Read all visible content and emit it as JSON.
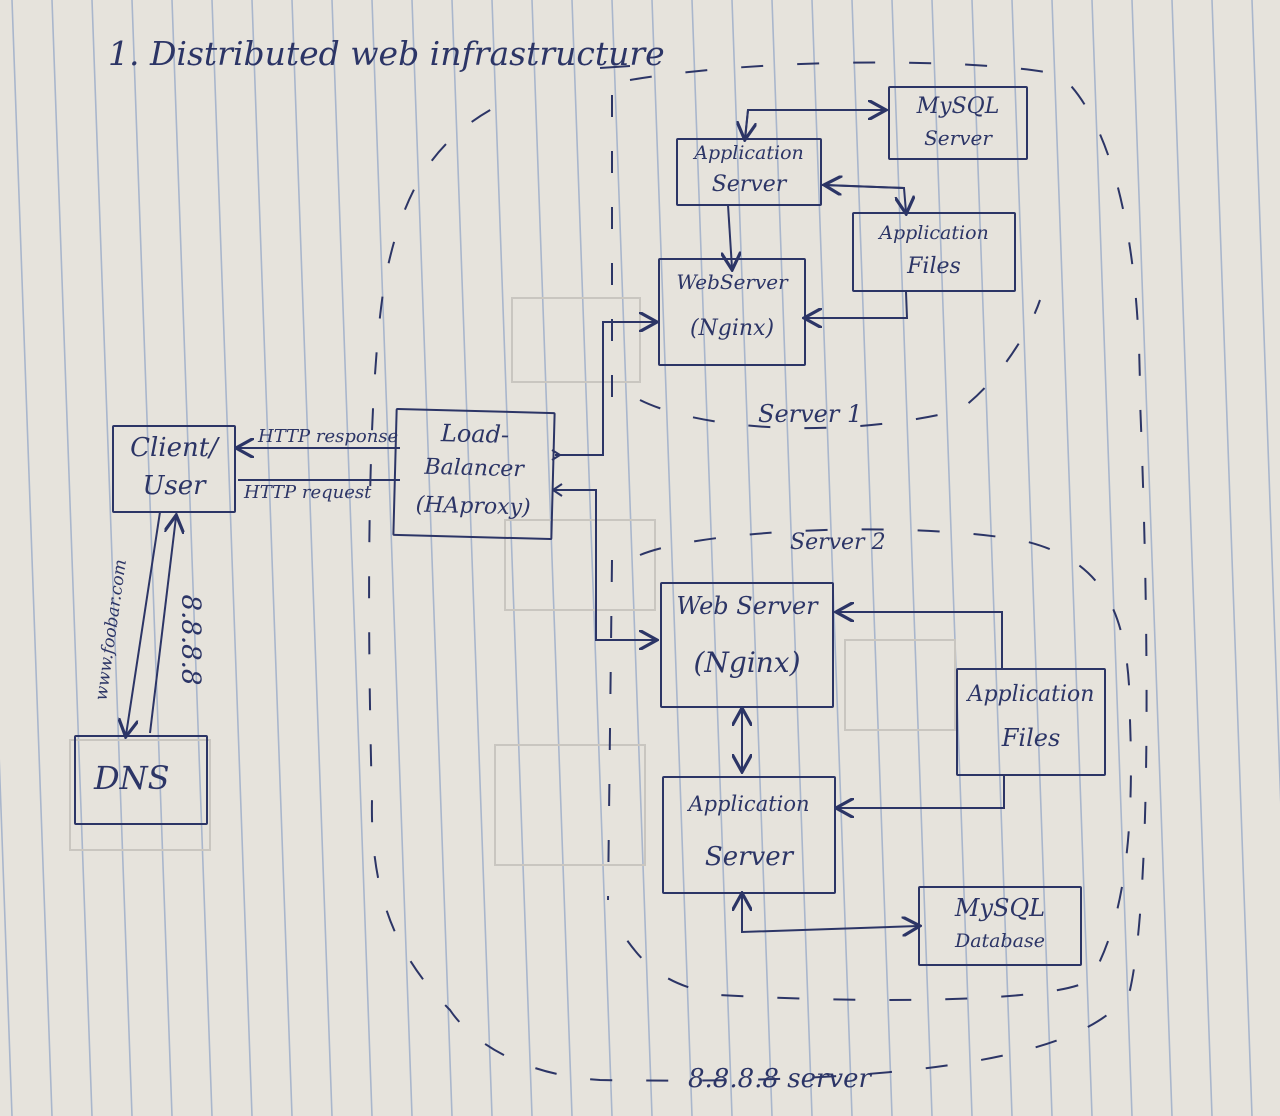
{
  "page": {
    "title": "1. Distributed web infrastructure",
    "ink_color": "#2c3566",
    "paper_color": "#e6e3dc",
    "rule_color": "#a9b6cc"
  },
  "nodes": {
    "client": {
      "line1": "Client/",
      "line2": "User"
    },
    "dns": {
      "label": "DNS"
    },
    "load_balancer": {
      "line1": "Load-",
      "line2": "Balancer",
      "line3": "(HAproxy)"
    },
    "server1": {
      "caption": "Server 1",
      "mysql": {
        "line1": "MySQL",
        "line2": "Server"
      },
      "app_server": {
        "line1": "Application",
        "line2": "Server"
      },
      "app_files": {
        "line1": "Application",
        "line2": "Files"
      },
      "web_server": {
        "line1": "WebServer",
        "line2": "(Nginx)"
      }
    },
    "server2": {
      "caption": "Server 2",
      "web_server": {
        "line1": "Web Server",
        "line2": "(Nginx)"
      },
      "app_files": {
        "line1": "Application",
        "line2": "Files"
      },
      "app_server": {
        "line1": "Application",
        "line2": "Server"
      },
      "mysql": {
        "line1": "MySQL",
        "line2": "Database"
      }
    }
  },
  "edges": {
    "http_response": "HTTP response",
    "http_request": "HTTP request",
    "dns_query": "www.foobar.com",
    "dns_answer": "8.8.8.8"
  },
  "footer_label": "8.8.8.8 server"
}
